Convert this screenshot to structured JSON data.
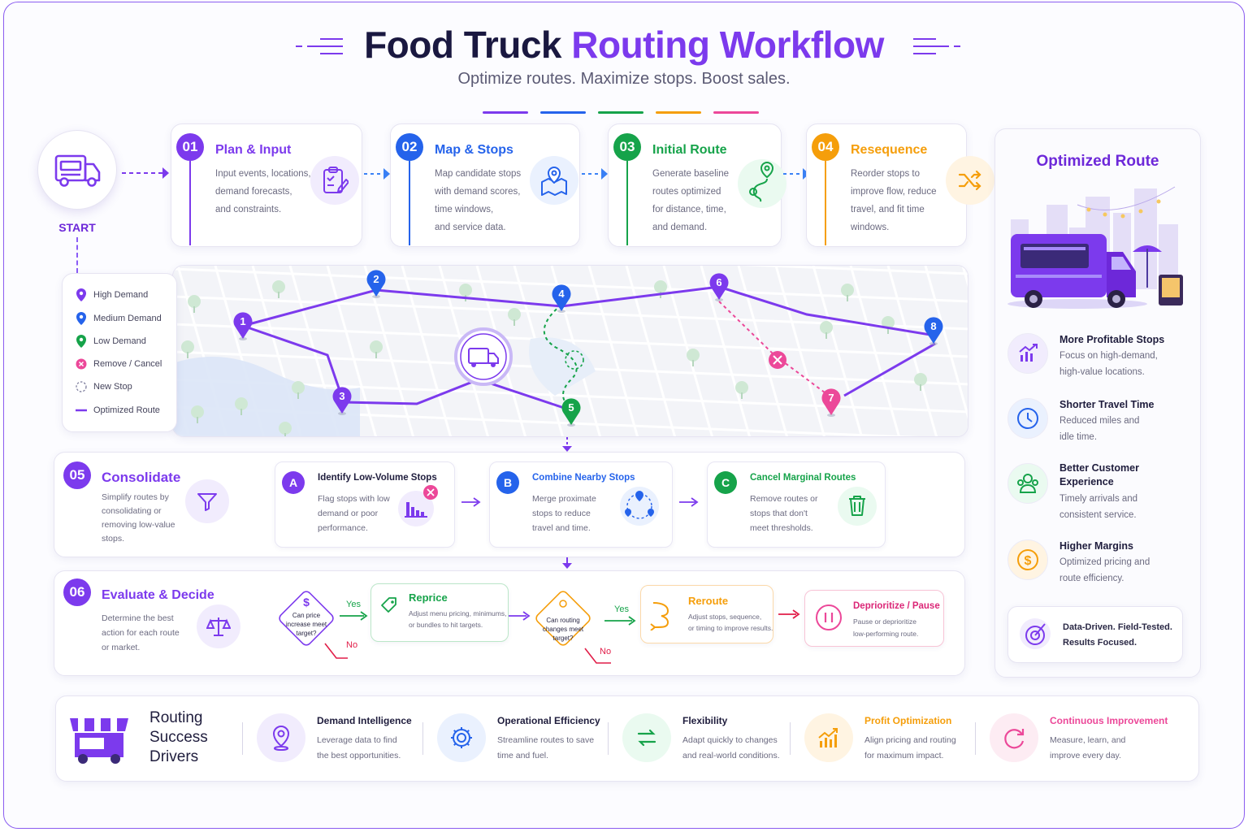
{
  "header": {
    "title_part1": "Food Truck ",
    "title_part2": "Routing Workflow",
    "subtitle": "Optimize routes. Maximize stops. Boost sales.",
    "accent_colors": [
      "#7c3aed",
      "#2563eb",
      "#16a34a",
      "#f59e0b",
      "#ec4899"
    ]
  },
  "start": {
    "label": "START"
  },
  "steps": [
    {
      "num": "01",
      "title": "Plan & Input",
      "desc": [
        "Input events, locations,",
        "demand forecasts,",
        "and constraints."
      ],
      "color": "#7c3aed",
      "icon": "clipboard-icon"
    },
    {
      "num": "02",
      "title": "Map & Stops",
      "desc": [
        "Map candidate stops",
        "with demand scores,",
        "time windows,",
        "and service data."
      ],
      "color": "#2563eb",
      "icon": "map-pin-icon"
    },
    {
      "num": "03",
      "title": "Initial Route",
      "desc": [
        "Generate baseline",
        "routes optimized",
        "for distance, time,",
        "and demand."
      ],
      "color": "#16a34a",
      "icon": "route-icon"
    },
    {
      "num": "04",
      "title": "Resequence",
      "desc": [
        "Reorder stops to",
        "improve flow, reduce",
        "travel, and fit time",
        "windows."
      ],
      "color": "#f59e0b",
      "icon": "shuffle-icon"
    }
  ],
  "legend": [
    {
      "label": "High Demand",
      "color": "#7c3aed"
    },
    {
      "label": "Medium Demand",
      "color": "#2563eb"
    },
    {
      "label": "Low Demand",
      "color": "#16a34a"
    },
    {
      "label": "Remove / Cancel",
      "color": "#ec4899"
    },
    {
      "label": "New Stop",
      "color": "#7c7c9c"
    },
    {
      "label": "Optimized Route",
      "color": "#7c3aed"
    }
  ],
  "map_stops": [
    {
      "n": "1",
      "color": "#7c3aed"
    },
    {
      "n": "2",
      "color": "#2563eb"
    },
    {
      "n": "3",
      "color": "#7c3aed"
    },
    {
      "n": "4",
      "color": "#2563eb"
    },
    {
      "n": "5",
      "color": "#16a34a"
    },
    {
      "n": "6",
      "color": "#7c3aed"
    },
    {
      "n": "7",
      "color": "#ec4899"
    },
    {
      "n": "8",
      "color": "#2563eb"
    }
  ],
  "consolidate": {
    "num": "05",
    "title": "Consolidate",
    "desc": [
      "Simplify routes by",
      "consolidating or",
      "removing low-value",
      "stops."
    ],
    "items": [
      {
        "letter": "A",
        "title": "Identify Low-Volume Stops",
        "desc": [
          "Flag stops with low",
          "demand or poor",
          "performance."
        ],
        "color": "#7c3aed"
      },
      {
        "letter": "B",
        "title": "Combine Nearby Stops",
        "desc": [
          "Merge proximate",
          "stops to reduce",
          "travel and time."
        ],
        "color": "#2563eb"
      },
      {
        "letter": "C",
        "title": "Cancel Marginal Routes",
        "desc": [
          "Remove routes or",
          "stops that don't",
          "meet thresholds."
        ],
        "color": "#16a34a"
      }
    ]
  },
  "evaluate": {
    "num": "06",
    "title": "Evaluate & Decide",
    "desc": [
      "Determine the best",
      "action for each route",
      "or market."
    ],
    "decision1": "Can price increase meet target?",
    "decision2": "Can routing changes meet target?",
    "yes": "Yes",
    "no": "No",
    "reprice": {
      "title": "Reprice",
      "desc": [
        "Adjust menu pricing, minimums,",
        "or bundles to hit targets."
      ]
    },
    "reroute": {
      "title": "Reroute",
      "desc": [
        "Adjust stops, sequence,",
        "or timing to improve results."
      ]
    },
    "pause": {
      "title": "Deprioritize / Pause",
      "desc": [
        "Pause or deprioritize",
        "low-performing route."
      ]
    }
  },
  "optimized": {
    "title": "Optimized Route",
    "benefits": [
      {
        "title": "More Profitable Stops",
        "desc": [
          "Focus on high-demand,",
          "high-value locations."
        ],
        "color": "#7c3aed",
        "icon": "chart-up-icon"
      },
      {
        "title": "Shorter Travel Time",
        "desc": [
          "Reduced miles and",
          "idle time."
        ],
        "color": "#2563eb",
        "icon": "clock-icon"
      },
      {
        "title": "Better Customer Experience",
        "desc": [
          "Timely arrivals and",
          "consistent service."
        ],
        "color": "#16a34a",
        "icon": "customers-icon"
      },
      {
        "title": "Higher Margins",
        "desc": [
          "Optimized pricing and",
          "route efficiency."
        ],
        "color": "#f59e0b",
        "icon": "dollar-icon"
      }
    ],
    "footer": [
      "Data-Driven. Field-Tested.",
      "Results Focused."
    ]
  },
  "drivers": {
    "title": [
      "Routing",
      "Success",
      "Drivers"
    ],
    "items": [
      {
        "title": "Demand Intelligence",
        "desc": [
          "Leverage data to find",
          "the best opportunities."
        ],
        "color": "#7c3aed",
        "title_color": "#1f1d3d"
      },
      {
        "title": "Operational Efficiency",
        "desc": [
          "Streamline routes to save",
          "time and fuel."
        ],
        "color": "#2563eb",
        "title_color": "#1f1d3d"
      },
      {
        "title": "Flexibility",
        "desc": [
          "Adapt quickly to changes",
          "and real-world conditions."
        ],
        "color": "#16a34a",
        "title_color": "#1f1d3d"
      },
      {
        "title": "Profit Optimization",
        "desc": [
          "Align pricing and routing",
          "for maximum impact."
        ],
        "color": "#f59e0b",
        "title_color": "#f59e0b"
      },
      {
        "title": "Continuous Improvement",
        "desc": [
          "Measure, learn, and",
          "improve every day."
        ],
        "color": "#ec4899",
        "title_color": "#ec4899"
      }
    ]
  }
}
